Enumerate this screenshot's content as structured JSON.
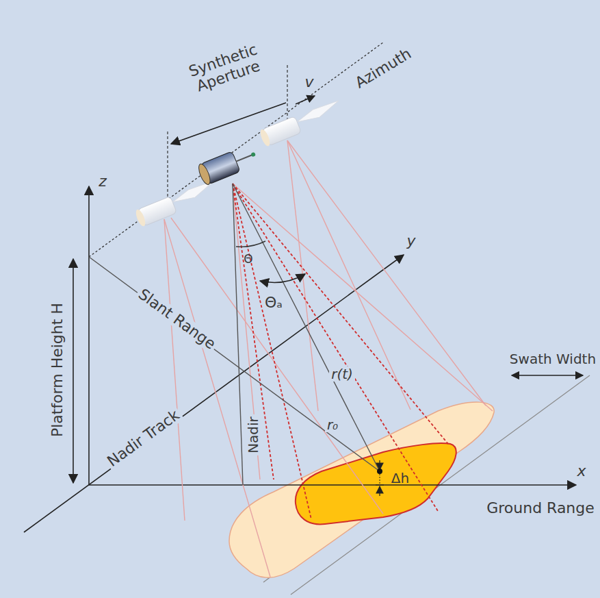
{
  "diagram": {
    "labels": [
      "Synthetic Aperture",
      "v",
      "Azimuth",
      "z",
      "y",
      "Platform Height H",
      "Slant Range",
      "Θ",
      "Θₐ",
      "Nadir Track",
      "r(t)",
      "r₀",
      "Nadir",
      "Swath Width",
      "x",
      "Δh",
      "Ground Range"
    ]
  }
}
